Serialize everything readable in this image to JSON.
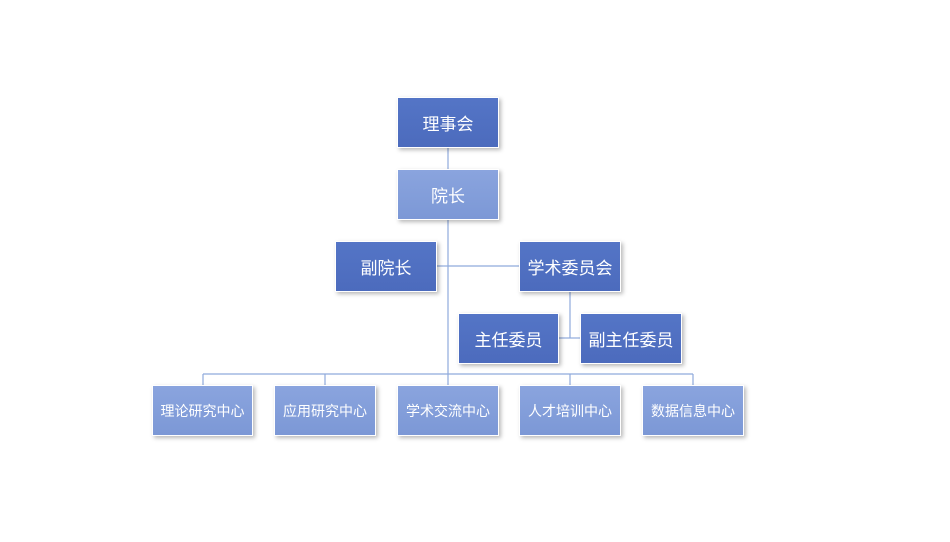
{
  "org_chart": {
    "board": "理事会",
    "president": "院长",
    "vice_president": "副院长",
    "academic_committee": "学术委员会",
    "director": "主任委员",
    "vice_director": "副主任委员",
    "centers": [
      "理论研究中心",
      "应用研究中心",
      "学术交流中心",
      "人才培训中心",
      "数据信息中心"
    ]
  },
  "colors": {
    "dark_node": "#4f6fc1",
    "light_node": "#839ed9",
    "connector": "#8faadc"
  }
}
